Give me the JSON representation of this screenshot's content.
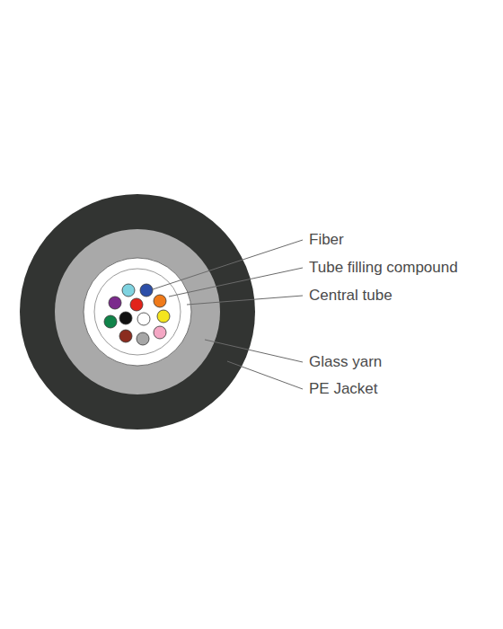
{
  "diagram": {
    "labels": [
      "Fiber",
      "Tube filling compound",
      "Central tube",
      "Glass yarn",
      "PE Jacket"
    ]
  }
}
